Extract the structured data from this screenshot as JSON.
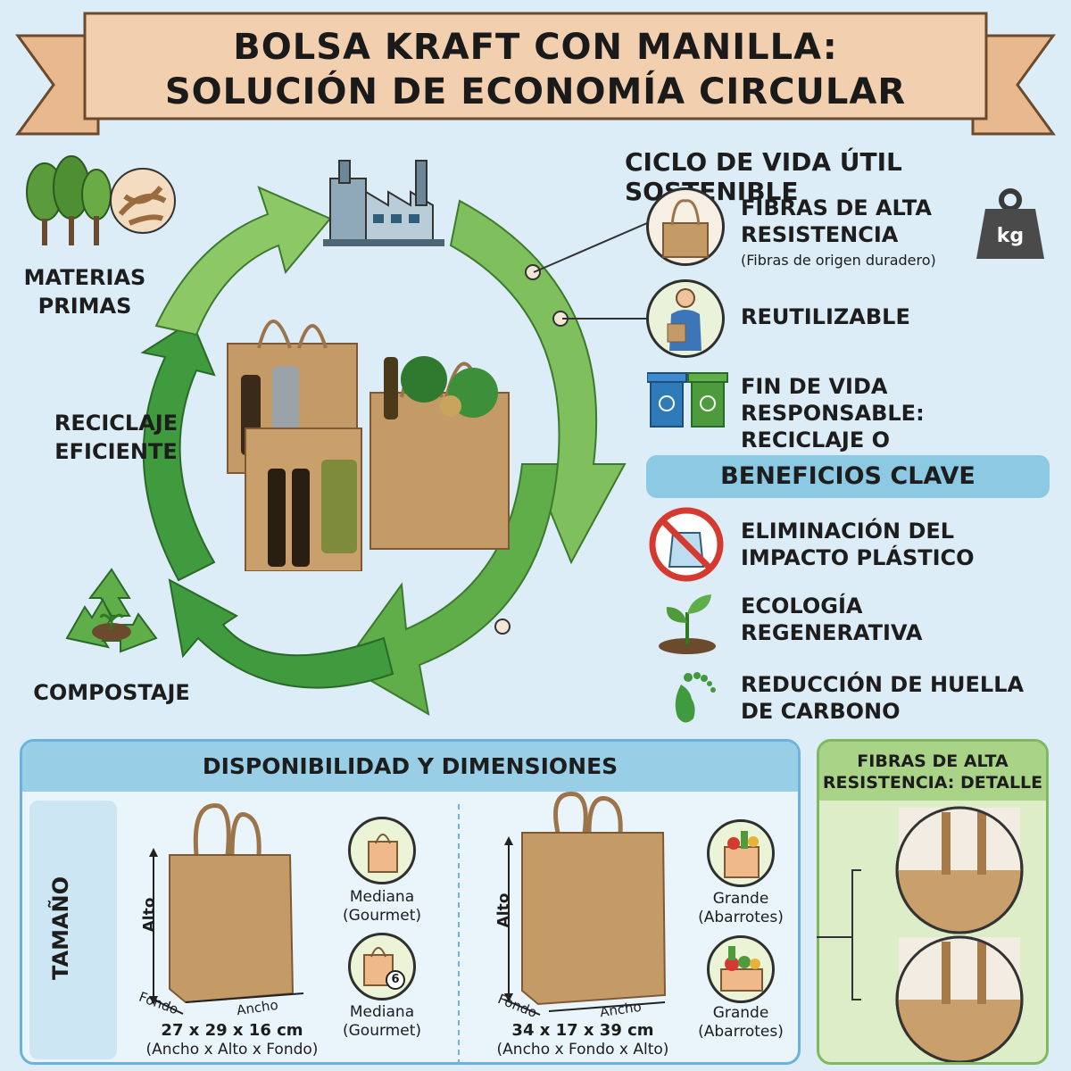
{
  "title": {
    "line1": "BOLSA KRAFT CON MANILLA:",
    "line2": "SOLUCIÓN DE ECONOMÍA CIRCULAR"
  },
  "cycle": {
    "materias_primas": "MATERIAS PRIMAS",
    "reciclaje": "RECICLAJE EFICIENTE",
    "compostaje": "COMPOSTAJE"
  },
  "lifecycle": {
    "title": "CICLO DE VIDA ÚTIL SOSTENIBLE",
    "weight_icon_text": "kg",
    "items": [
      {
        "title": "FIBRAS DE ALTA RESISTENCIA",
        "sub": "(Fibras de origen duradero)"
      },
      {
        "title": "REUTILIZABLE"
      },
      {
        "title": "FIN DE VIDA RESPONSABLE: RECICLAJE O COMPOSTAJE"
      }
    ]
  },
  "benefits": {
    "title": "BENEFICIOS CLAVE",
    "items": [
      {
        "title": "ELIMINACIÓN DEL IMPACTO PLÁSTICO"
      },
      {
        "title": "ECOLOGÍA REGENERATIVA"
      },
      {
        "title": "REDUCCIÓN DE HUELLA DE CARBONO"
      }
    ]
  },
  "dimensions": {
    "title": "DISPONIBILIDAD Y DIMENSIONES",
    "size_label": "TAMAÑO",
    "bag1": {
      "alto": "Alto",
      "fondo": "Fondo",
      "ancho": "Ancho",
      "size": "27 x 29 x 16 cm",
      "order": "(Ancho x Alto x Fondo)"
    },
    "bag2": {
      "alto": "Alto",
      "fondo": "Fondo",
      "ancho": "Ancho",
      "size": "34 x 17 x 39 cm",
      "order": "(Ancho x Fondo x Alto)"
    },
    "icons": [
      {
        "name": "Mediana",
        "type": "(Gourmet)"
      },
      {
        "name": "Mediana",
        "type": "(Gourmet)",
        "badge": "6"
      },
      {
        "name": "Grande",
        "type": "(Abarrotes)"
      },
      {
        "name": "Grande",
        "type": "(Abarrotes)"
      }
    ]
  },
  "fiber_detail": {
    "title": "FIBRAS DE ALTA RESISTENCIA: DETALLE"
  },
  "colors": {
    "background": "#dcedf7",
    "banner": "#f2cfae",
    "arrow_light": "#7fbf5e",
    "arrow_dark": "#3f9b3e",
    "kraft": "#c49a67"
  }
}
